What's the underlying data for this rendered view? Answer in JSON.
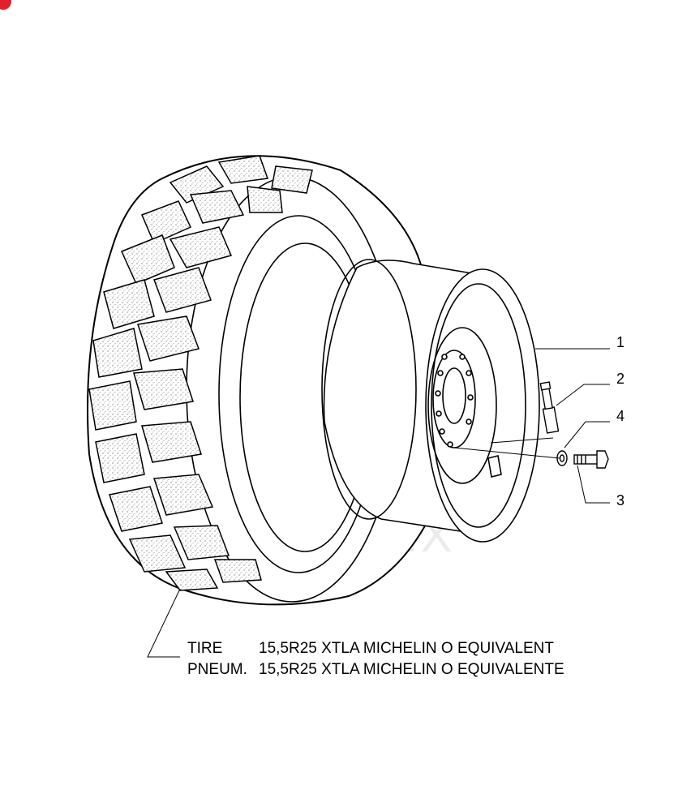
{
  "parts": [
    {
      "number": "1"
    },
    {
      "number": "2"
    },
    {
      "number": "3"
    },
    {
      "number": "4"
    }
  ],
  "caption": [
    {
      "label": "TIRE",
      "description": "15,5R25 XTLA MICHELIN O EQUIVALENT"
    },
    {
      "label": "PNEUM.",
      "description": "15,5R25 XTLA MICHELIN O EQUIVALENTE"
    }
  ],
  "watermark": {
    "text": "VIHTEX",
    "color": "#e86a6a"
  },
  "corner_mark": {
    "color": "#e0202a"
  },
  "colors": {
    "line": "#000000",
    "tread_fill": "#e6e6e6",
    "background": "#ffffff"
  }
}
